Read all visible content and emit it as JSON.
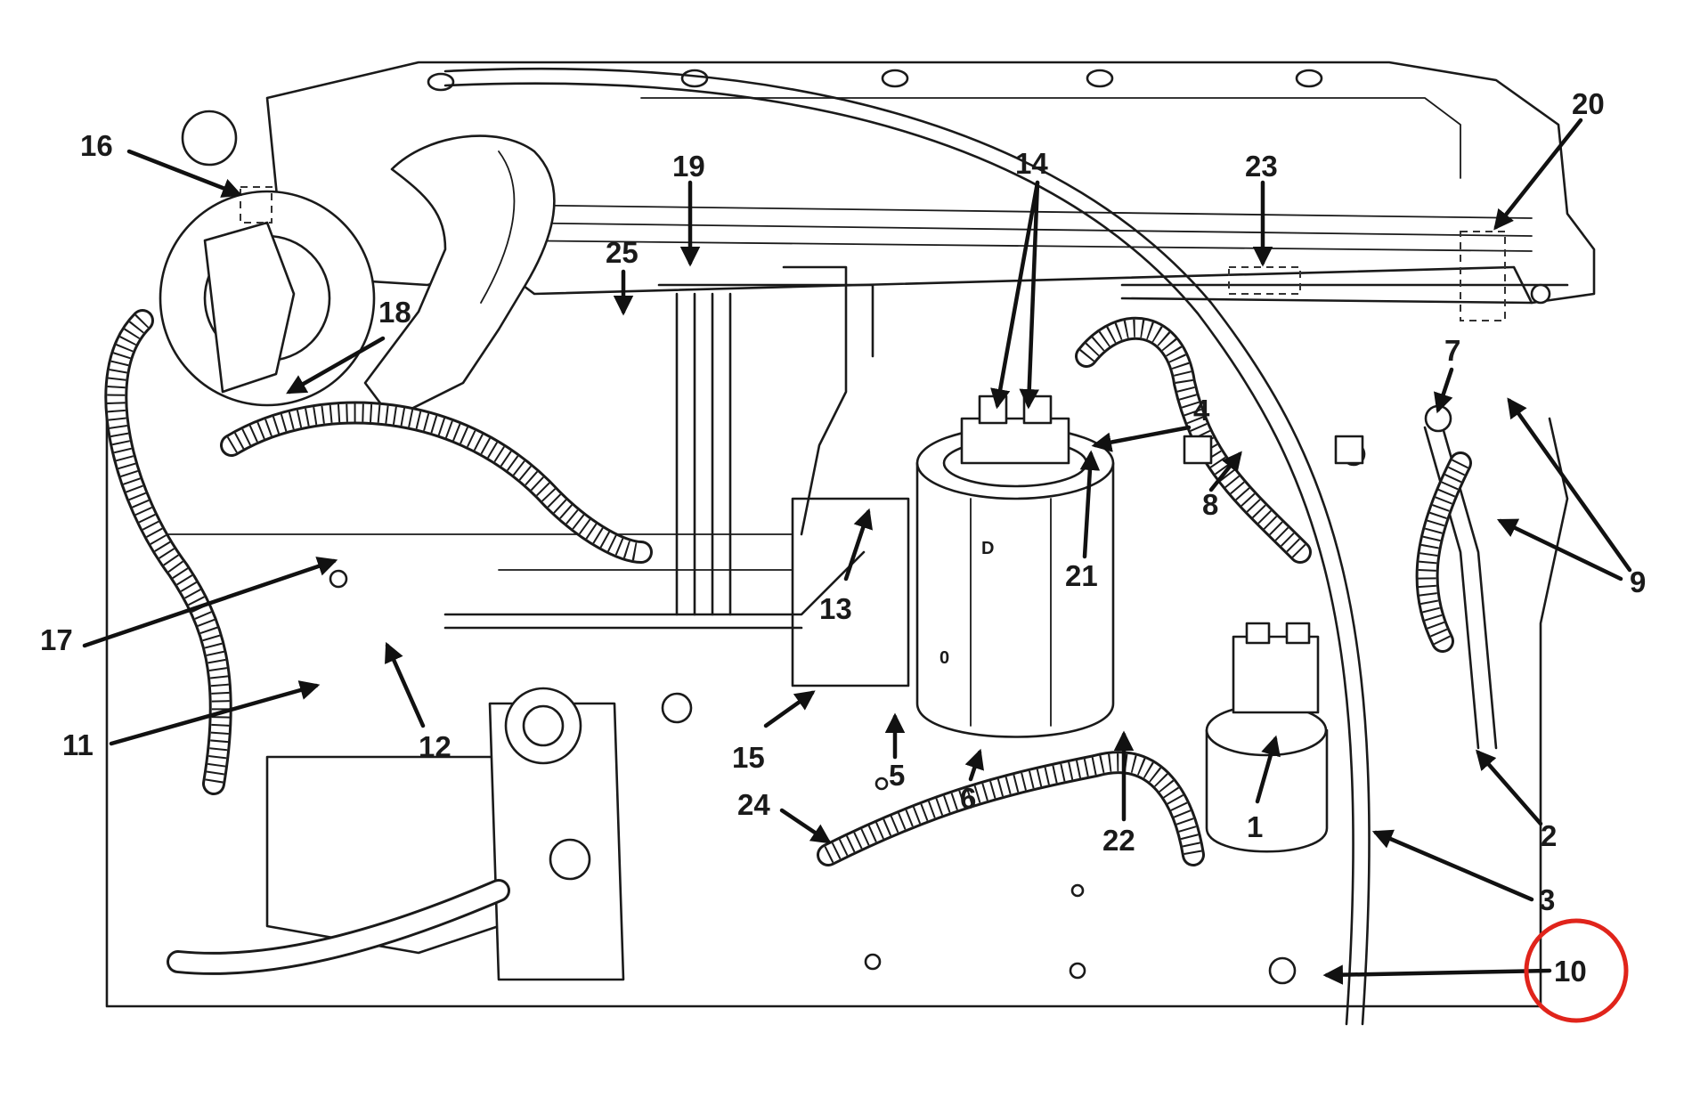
{
  "callouts": {
    "c1": "1",
    "c2": "2",
    "c3": "3",
    "c4": "4",
    "c5": "5",
    "c6": "6",
    "c7": "7",
    "c8": "8",
    "c9": "9",
    "c10": "10",
    "c11": "11",
    "c12": "12",
    "c13": "13",
    "c14": "14",
    "c15": "15",
    "c16": "16",
    "c17": "17",
    "c18": "18",
    "c19": "19",
    "c20": "20",
    "c21": "21",
    "c22": "22",
    "c23": "23",
    "c24": "24",
    "c25": "25"
  },
  "panel_marks": {
    "f0": "0",
    "fD": "D"
  },
  "highlight": {
    "callout": "10",
    "color": "#e0241b"
  },
  "colors": {
    "ink": "#1a1a1a",
    "paper": "#ffffff"
  }
}
